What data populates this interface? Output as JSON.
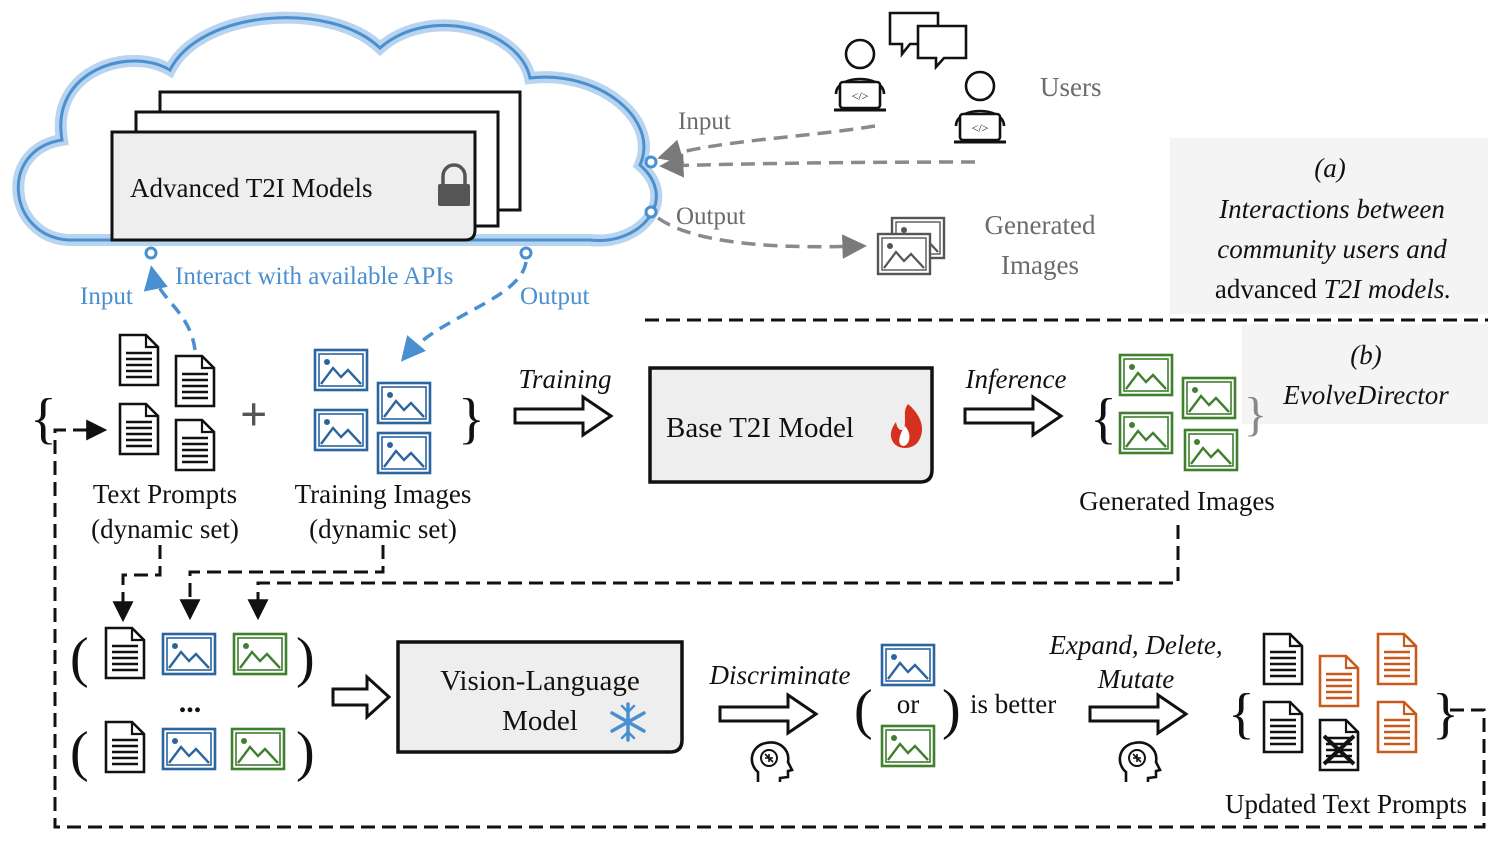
{
  "cloud": {
    "model_label": "Advanced T2I Models",
    "api_label": "Interact with available APIs",
    "input_label": "Input",
    "output_label": "Output"
  },
  "users": {
    "label": "Users",
    "input_label": "Input",
    "output_label": "Output",
    "generated_line1": "Generated",
    "generated_line2": "Images"
  },
  "panel_a": {
    "tag": "(a)",
    "line1": "Interactions between",
    "line2": "community users and",
    "line3_prefix": "advanced ",
    "line3_italic": "T2I models."
  },
  "panel_b": {
    "tag": "(b)",
    "name": "EvolveDirector"
  },
  "training": {
    "text_prompts_line1": "Text Prompts",
    "text_prompts_line2": "(dynamic set)",
    "training_images_line1": "Training Images",
    "training_images_line2": "(dynamic set)",
    "plus": "+",
    "training_arrow_label": "Training",
    "base_model_label": "Base T2I Model",
    "inference_arrow_label": "Inference",
    "generated_images_label": "Generated Images"
  },
  "vlm": {
    "ellipsis": "...",
    "model_line1": "Vision-Language",
    "model_line2": "Model",
    "discriminate_label": "Discriminate",
    "or_label": "or",
    "is_better_label": "is better",
    "ops_line1": "Expand, Delete,",
    "ops_line2": "Mutate",
    "updated_prompts_label": "Updated Text Prompts"
  },
  "colors": {
    "blue": "#2b65a0",
    "green": "#3f7f2e",
    "orange": "#c85a1e",
    "cloud": "#4a8fd0",
    "gray": "#6b6b6b"
  }
}
